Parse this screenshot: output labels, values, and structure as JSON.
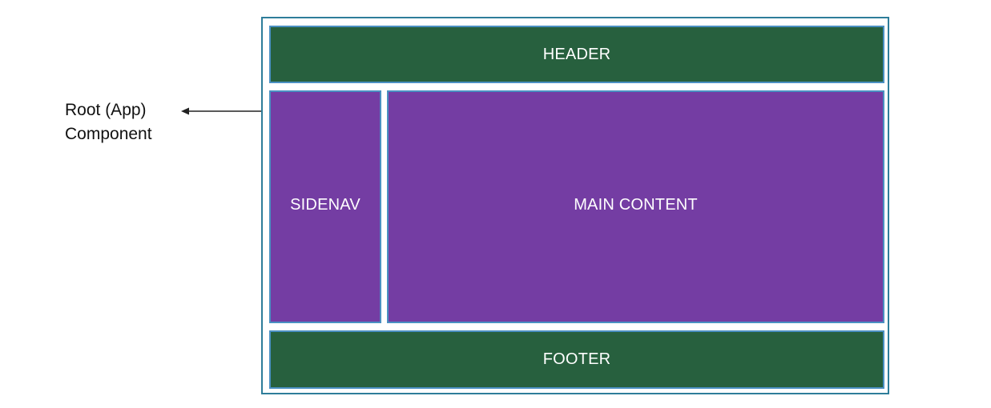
{
  "root_label": {
    "line1": "Root (App)",
    "line2": "Component"
  },
  "regions": {
    "header": "HEADER",
    "sidenav": "SIDENAV",
    "main_content": "MAIN CONTENT",
    "footer": "FOOTER"
  },
  "colors": {
    "header_footer": "#27603e",
    "sidenav_main": "#743da3",
    "frame_border": "#2e7d9a",
    "region_border": "#4a90c2"
  }
}
